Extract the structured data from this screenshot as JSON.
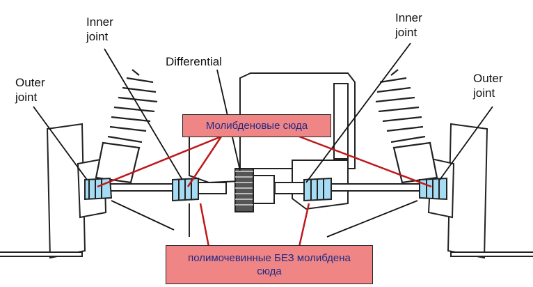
{
  "labels": {
    "inner_joint_left": [
      "Inner",
      "joint"
    ],
    "inner_joint_right": [
      "Inner",
      "joint"
    ],
    "outer_joint_left": [
      "Outer",
      "joint"
    ],
    "outer_joint_right": [
      "Outer",
      "joint"
    ],
    "differential": "Differential"
  },
  "callouts": {
    "top": "Молибденовые сюда",
    "bottom": [
      "полимочевинные БЕЗ молибдена",
      "сюда"
    ]
  },
  "colors": {
    "callout_fill": "#f08585",
    "callout_text": "#1f2a86",
    "callout_line": "#c0171b",
    "boot_fill": "#a6dcf3",
    "line": "#222222"
  }
}
